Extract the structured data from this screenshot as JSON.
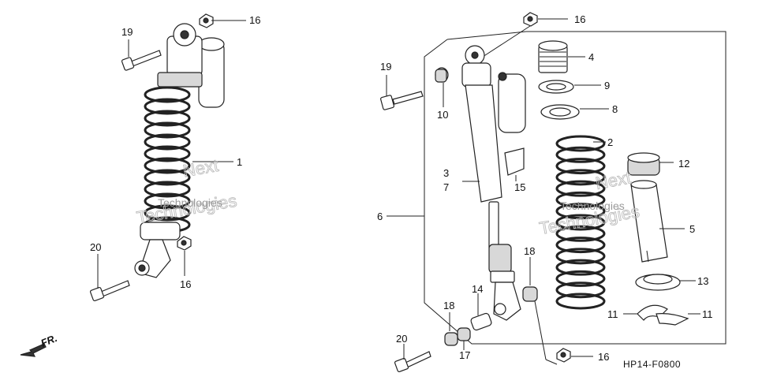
{
  "diagram": {
    "callouts": {
      "n1": "1",
      "n2": "2",
      "n3": "3",
      "n4": "4",
      "n5": "5",
      "n6": "6",
      "n7": "7",
      "n8": "8",
      "n9": "9",
      "n10": "10",
      "n11a": "11",
      "n11b": "11",
      "n12": "12",
      "n13": "13",
      "n14": "14",
      "n15": "15",
      "n16a": "16",
      "n16b": "16",
      "n16c": "16",
      "n16d": "16",
      "n17": "17",
      "n18a": "18",
      "n18b": "18",
      "n19a": "19",
      "n19b": "19",
      "n20a": "20",
      "n20b": "20"
    },
    "direction_label": "FR.",
    "diagram_code": "HP14-F0800",
    "watermark": {
      "line1": "Next",
      "line2": "Technologies",
      "small": "Technologies"
    }
  }
}
